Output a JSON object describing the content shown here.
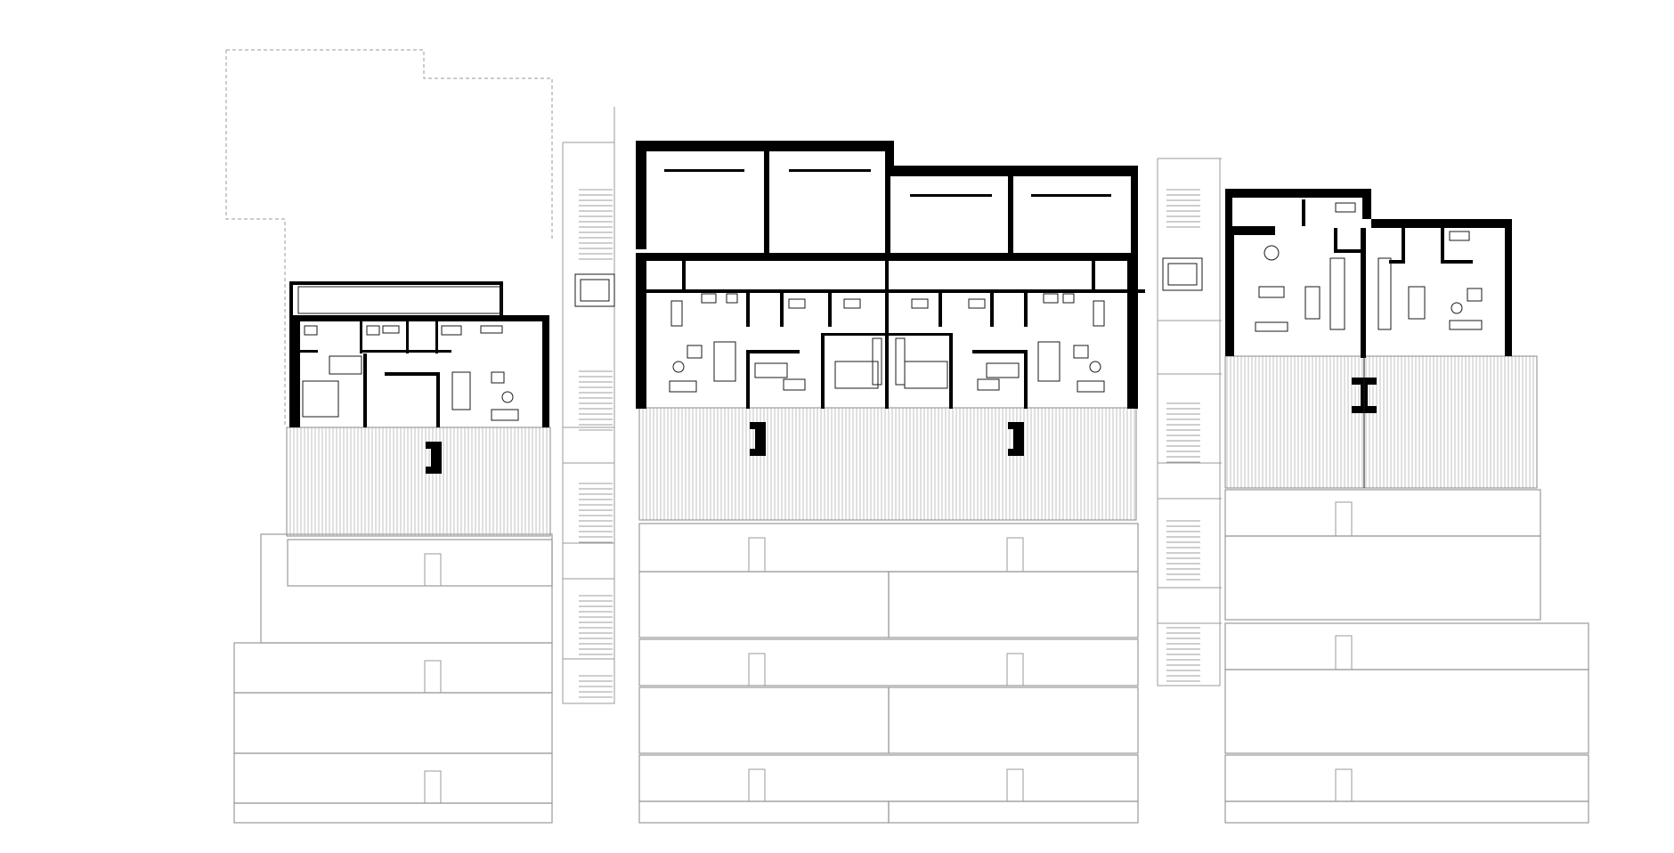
{
  "drawing": {
    "type": "architectural floor plan",
    "colors": {
      "background": "#ffffff",
      "walls": "#000000",
      "furniture": "#1a1a1a",
      "lower_levels": "#9a9a9a",
      "terrace_hatch": "#b0b0b0"
    },
    "blocks": [
      {
        "id": "left",
        "dwellings": 1
      },
      {
        "id": "center",
        "dwellings": 4
      },
      {
        "id": "right",
        "dwellings": 2
      }
    ],
    "stair_cores": 2,
    "lower_floors_shown": 5
  }
}
